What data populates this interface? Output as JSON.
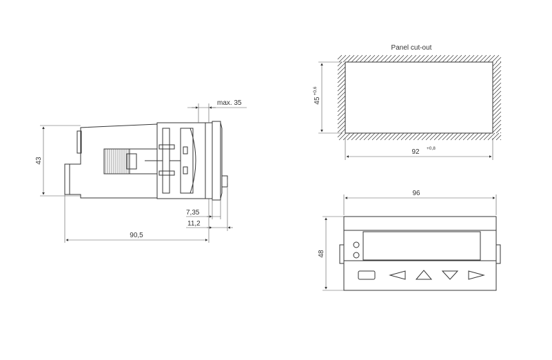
{
  "side_view": {
    "height_label": "43",
    "max_depth_label": "max. 35",
    "dim_735_label": "7,35",
    "dim_112_label": "11,2",
    "depth_label": "90,5"
  },
  "cutout_view": {
    "title": "Panel cut-out",
    "height_label": "45",
    "height_tolerance": "+0,6",
    "width_label": "92",
    "width_tolerance": "+0,8"
  },
  "front_view": {
    "width_label": "96",
    "height_label": "48"
  }
}
